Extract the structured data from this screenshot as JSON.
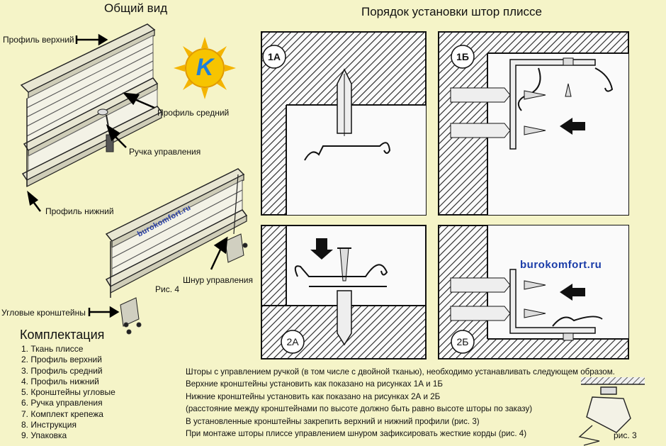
{
  "left": {
    "title": "Общий вид",
    "labels": {
      "top_profile": "Профиль верхний",
      "middle_profile": "Профиль средний",
      "handle": "Ручка управления",
      "bottom_profile": "Профиль нижний",
      "cord": "Шнур управления",
      "fig4": "Рис. 4",
      "corner_brackets": "Угловые кронштейны"
    },
    "watermark": "burokomfort.ru",
    "logo_letter": "K"
  },
  "kit": {
    "heading": "Комплектация",
    "items": [
      "1. Ткань плиссе",
      "2. Профиль верхний",
      "3. Профиль средний",
      "4. Профиль нижний",
      "5. Кронштейны угловые",
      "6. Ручка управления",
      "7. Комплект крепежа",
      "8. Инструкция",
      "9. Упаковка"
    ]
  },
  "right": {
    "title": "Порядок установки штор плиссе",
    "panels": {
      "p1a": "1А",
      "p1b": "1Б",
      "p2a": "2А",
      "p2b": "2Б"
    },
    "watermark": "burokomfort.ru",
    "fig3": "рис. 3",
    "instructions": [
      "Шторы с управлением ручкой (в том числе с двойной тканью), необходимо устанавливать следующем образом.",
      "Верхние кронштейны установить как показано на рисунках 1А и 1Б",
      "Нижние кронштейны установить как показано на рисунках 2А и 2Б",
      "(расстояние между кронштейнами по высоте должно быть равно высоте шторы по заказу)",
      "В установленные кронштейны закрепить верхний и нижний профили (рис. 3)",
      "При монтаже шторы плиссе управлением шнуром зафиксировать жесткие корды (рис. 4)"
    ]
  },
  "colors": {
    "background": "#f5f4c8",
    "brand": "#1a3ca8",
    "sun": "#f4b400",
    "logo_blue": "#1e7fd8"
  }
}
